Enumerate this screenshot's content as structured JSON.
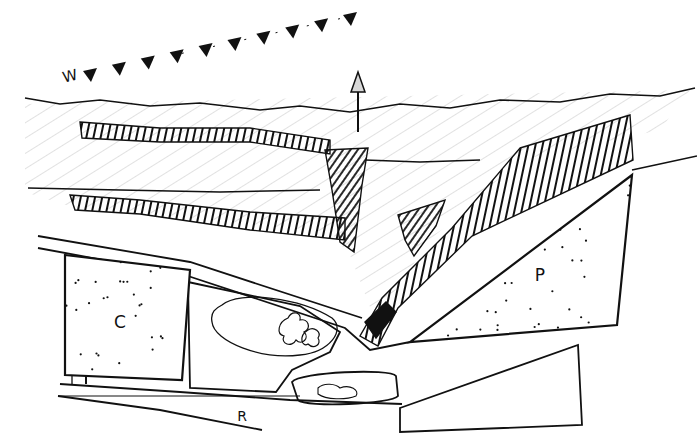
{
  "diagram": {
    "nodes": [
      {
        "text": [
          "C"
        ]
      },
      {
        "text": [
          "P"
        ]
      }
    ],
    "labels": [
      "W",
      "R"
    ]
  }
}
